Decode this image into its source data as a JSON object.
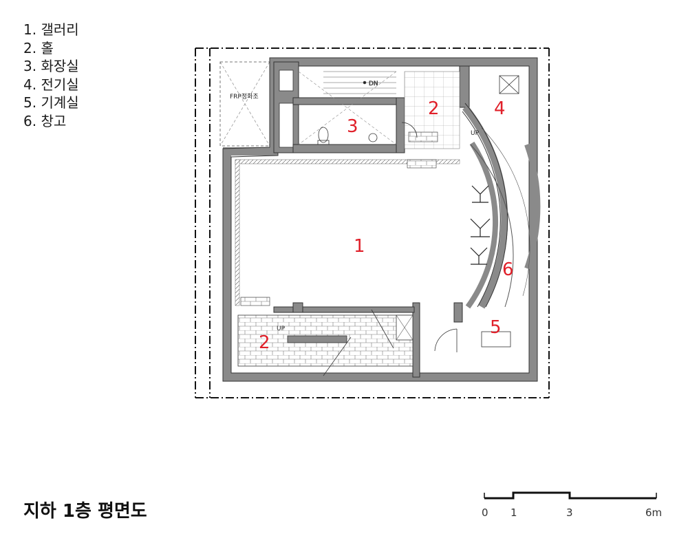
{
  "legend": {
    "items": [
      {
        "label": "1. 갤러리"
      },
      {
        "label": "2. 홀"
      },
      {
        "label": "3. 화장실"
      },
      {
        "label": "4. 전기실"
      },
      {
        "label": "5. 기계실"
      },
      {
        "label": "6. 창고"
      }
    ]
  },
  "plan": {
    "rooms": [
      {
        "number": "1"
      },
      {
        "number": "2"
      },
      {
        "number": "3"
      },
      {
        "number": "4"
      },
      {
        "number": "5"
      },
      {
        "number": "6"
      },
      {
        "number": "2"
      }
    ],
    "frp_label": "FRP정화조",
    "dn_label": "DN",
    "up_label_stair": "UP",
    "up_label_ramp": "UP"
  },
  "title": "지하 1층 평면도",
  "scale": {
    "ticks": [
      "0",
      "1",
      "3",
      "6m"
    ]
  },
  "colors": {
    "wall_fill": "#8a8a8a",
    "wall_stroke": "#333333",
    "room_number": "#e0202a",
    "line": "#333333"
  }
}
